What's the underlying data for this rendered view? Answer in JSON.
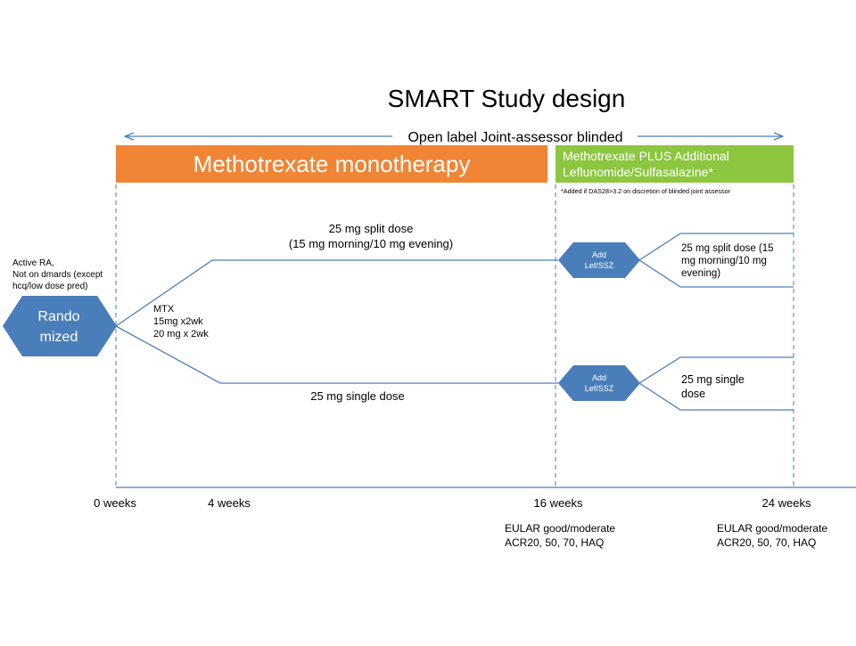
{
  "title": "SMART Study design",
  "blinding_label": "Open label Joint-assessor blinded",
  "phase1": {
    "label": "Methotrexate monotherapy",
    "color": "#F08535"
  },
  "phase2": {
    "label_line1": "Methotrexate PLUS Additional",
    "label_line2": "Leflunomide/Sulfasalazine*",
    "color": "#8DC63F"
  },
  "footnote": "*Added if DAS28>3.2 on discretion of blinded joint assessor",
  "population": {
    "line1": "Active RA,",
    "line2": "Not on dmards (except",
    "line3": "hcq/low dose pred)"
  },
  "randomized": {
    "line1": "Rando",
    "line2": "mized",
    "color": "#4A7EBB"
  },
  "induction": {
    "line1": "MTX",
    "line2": "15mg x2wk",
    "line3": "20 mg x 2wk"
  },
  "arm_split": {
    "line1": "25 mg split dose",
    "line2": "(15 mg morning/10 mg evening)"
  },
  "arm_single": {
    "label": "25 mg single dose"
  },
  "add_node": {
    "line1": "Add",
    "line2": "Lef/SSZ"
  },
  "arm_split_after": {
    "line1": "25 mg split dose (15",
    "line2": "mg morning/10 mg",
    "line3": "evening)"
  },
  "arm_single_after": {
    "line1": "25 mg single",
    "line2": "dose"
  },
  "timeline": {
    "week0": "0 weeks",
    "week4": "4 weeks",
    "week16": "16 weeks",
    "week24": "24 weeks"
  },
  "outcomes_16": {
    "line1": "EULAR good/moderate",
    "line2": "ACR20, 50, 70, HAQ"
  },
  "outcomes_24": {
    "line1": "EULAR good/moderate",
    "line2": "ACR20, 50, 70, HAQ"
  },
  "line_color": "#4A7EBB"
}
